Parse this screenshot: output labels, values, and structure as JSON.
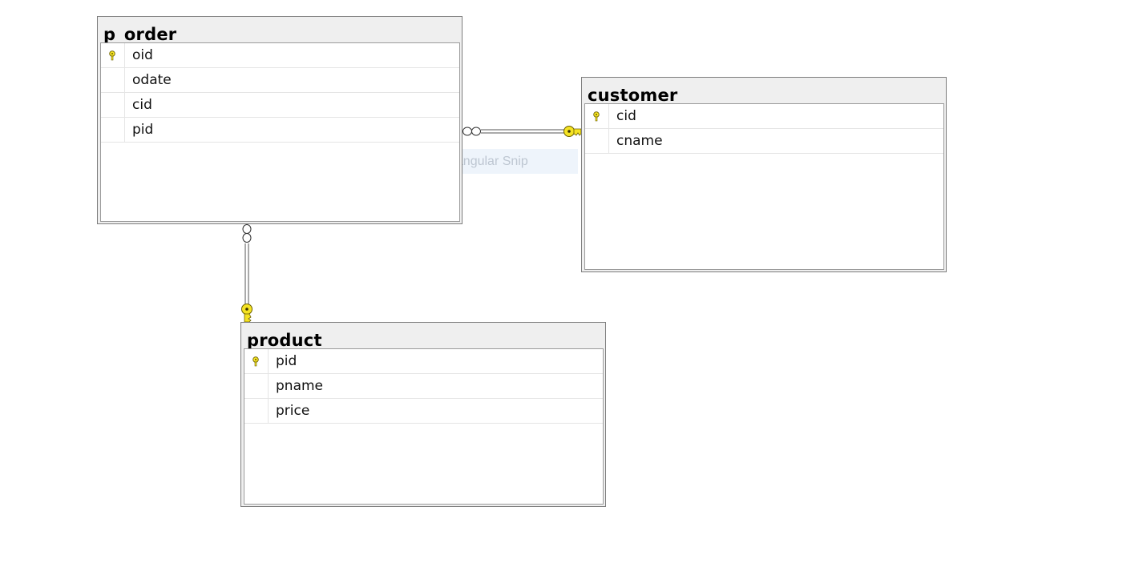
{
  "tables": [
    {
      "name": "p_order",
      "columns": [
        {
          "name": "oid",
          "primary_key": true
        },
        {
          "name": "odate",
          "primary_key": false
        },
        {
          "name": "cid",
          "primary_key": false
        },
        {
          "name": "pid",
          "primary_key": false
        }
      ]
    },
    {
      "name": "customer",
      "columns": [
        {
          "name": "cid",
          "primary_key": true
        },
        {
          "name": "cname",
          "primary_key": false
        }
      ]
    },
    {
      "name": "product",
      "columns": [
        {
          "name": "pid",
          "primary_key": true
        },
        {
          "name": "pname",
          "primary_key": false
        },
        {
          "name": "price",
          "primary_key": false
        }
      ]
    }
  ],
  "relationships": [
    {
      "from_table": "p_order",
      "to_table": "customer",
      "from_end": "infinity",
      "to_end": "key"
    },
    {
      "from_table": "p_order",
      "to_table": "product",
      "from_end": "infinity",
      "to_end": "key"
    }
  ],
  "overlay": {
    "label": "Rectangular Snip",
    "icon": "scissors-icon"
  },
  "colors": {
    "key_yellow": "#f5e323",
    "header_gray": "#efefef",
    "border": "#7d7d7d"
  }
}
